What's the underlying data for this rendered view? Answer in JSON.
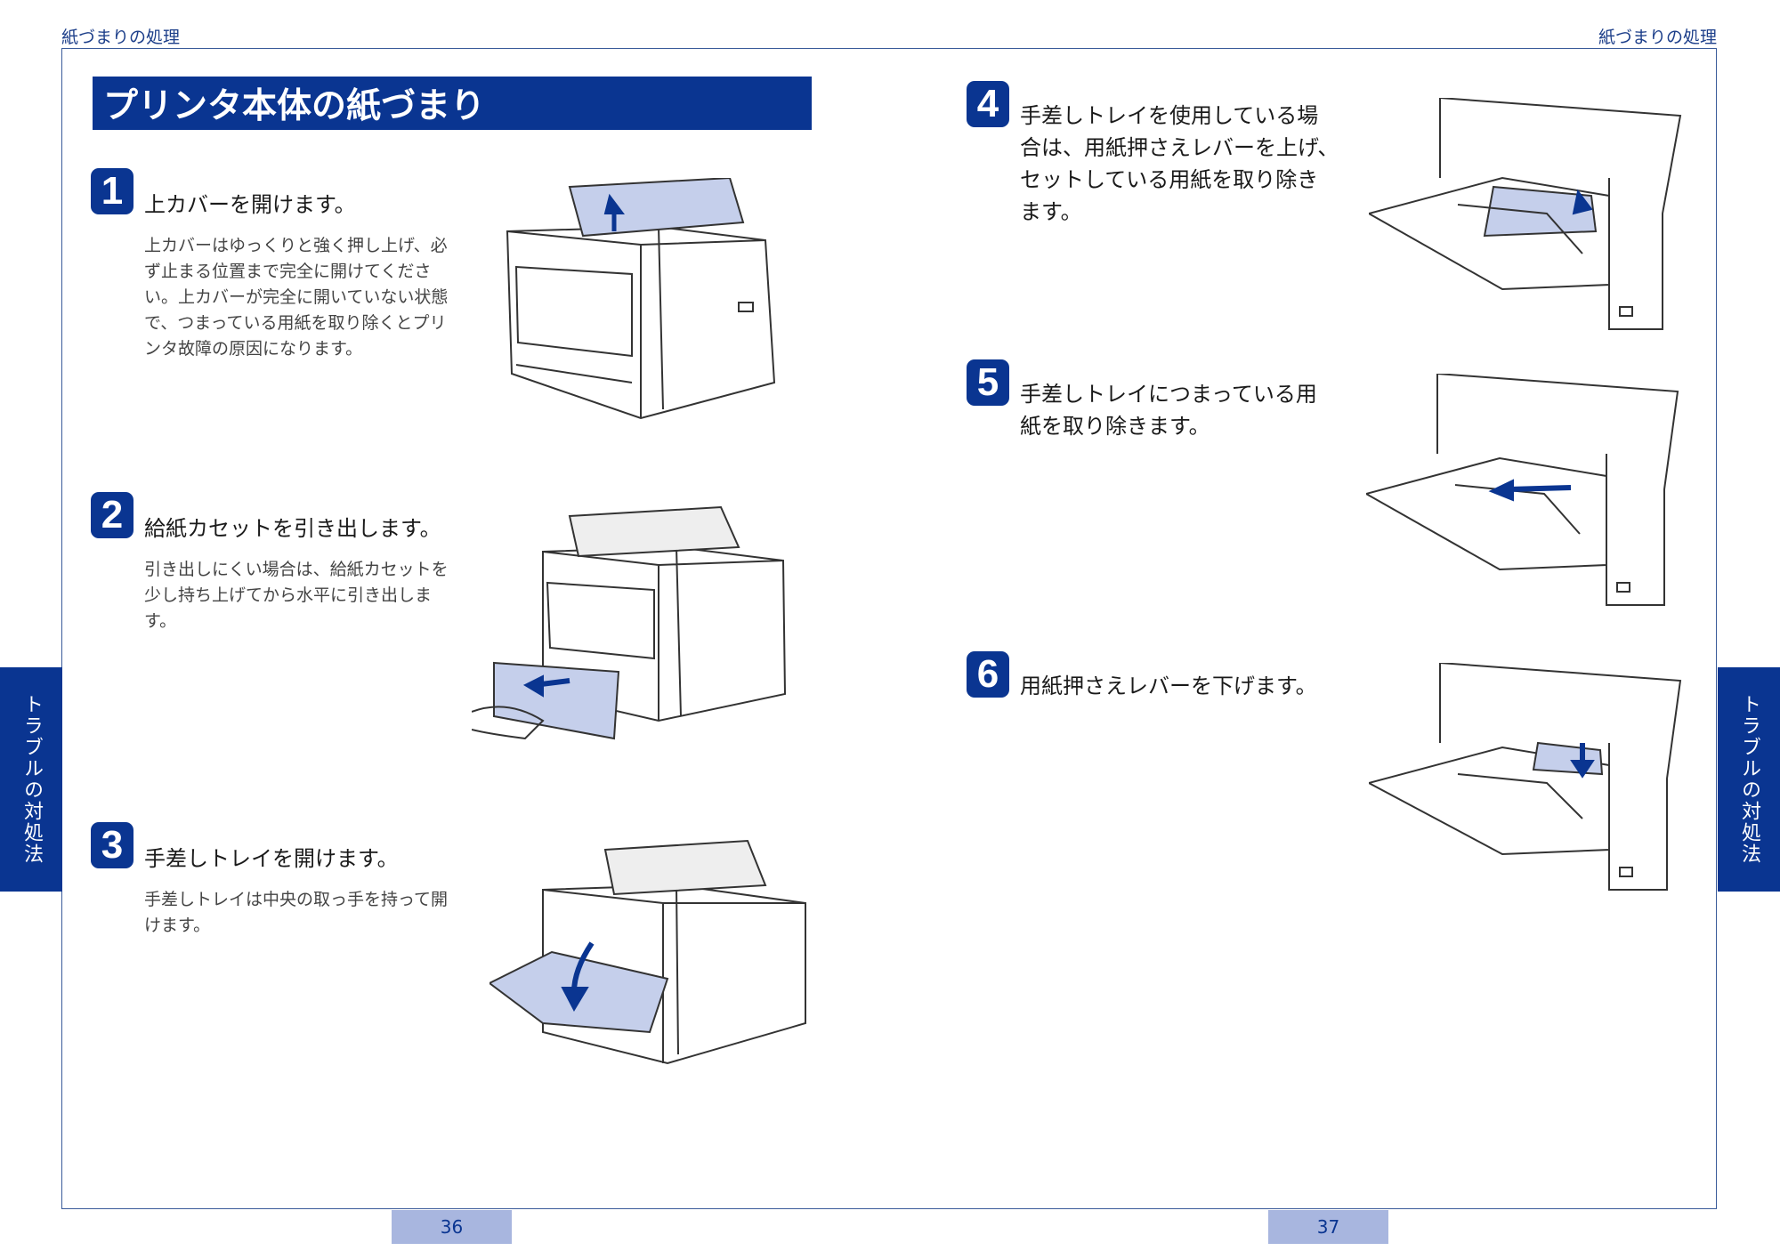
{
  "header": {
    "left": "紙づまりの処理",
    "right": "紙づまりの処理"
  },
  "section_title": "プリンタ本体の紙づまり",
  "side_tab": "トラブルの対処法",
  "page_numbers": {
    "left": "36",
    "right": "37"
  },
  "steps": [
    {
      "number": "1",
      "heading": "上カバーを開けます。",
      "body": [
        "上カバーはゆっくりと強く押し上げ、必",
        "ず止まる位置まで完全に開けてくださ",
        "い。上カバーが完全に開いていない状態",
        "で、つまっている用紙を取り除くとプリ",
        "ンタ故障の原因になります。"
      ]
    },
    {
      "number": "2",
      "heading": "給紙カセットを引き出します。",
      "body": [
        "引き出しにくい場合は、給紙カセットを",
        "少し持ち上げてから水平に引き出しま",
        "す。"
      ]
    },
    {
      "number": "3",
      "heading": "手差しトレイを開けます。",
      "body": [
        "手差しトレイは中央の取っ手を持って開",
        "けます。"
      ]
    },
    {
      "number": "4",
      "heading": [
        "手差しトレイを使用している場",
        "合は、用紙押さえレバーを上げ、",
        "セットしている用紙を取り除き",
        "ます。"
      ]
    },
    {
      "number": "5",
      "heading": [
        "手差しトレイにつまっている用",
        "紙を取り除きます。"
      ]
    },
    {
      "number": "6",
      "heading": [
        "用紙押さえレバーを下げます。"
      ]
    }
  ],
  "colors": {
    "brand": "#0a3591",
    "page_num_bg": "#a8b6df",
    "frame": "#3a5b9a"
  }
}
